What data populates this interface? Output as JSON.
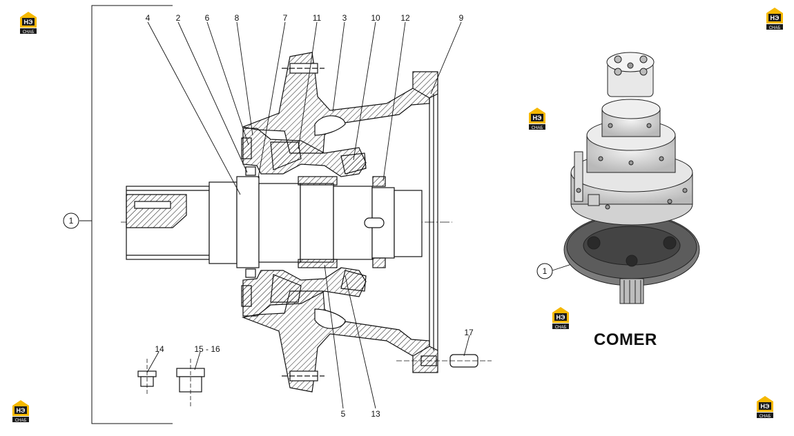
{
  "brand": "COMER",
  "logo_text": {
    "top": "НЭ",
    "bottom": "СНАБ"
  },
  "colors": {
    "logo_yellow": "#f5b800",
    "logo_black": "#1a1a1a",
    "line": "#111111"
  },
  "callouts": {
    "c1": "1",
    "c2": "2",
    "c3": "3",
    "c4": "4",
    "c5": "5",
    "c6": "6",
    "c7": "7",
    "c8": "8",
    "c9": "9",
    "c10": "10",
    "c11": "11",
    "c12": "12",
    "c13": "13",
    "c14": "14",
    "c15_16": "15 - 16",
    "c17": "17",
    "photo_1": "1"
  }
}
